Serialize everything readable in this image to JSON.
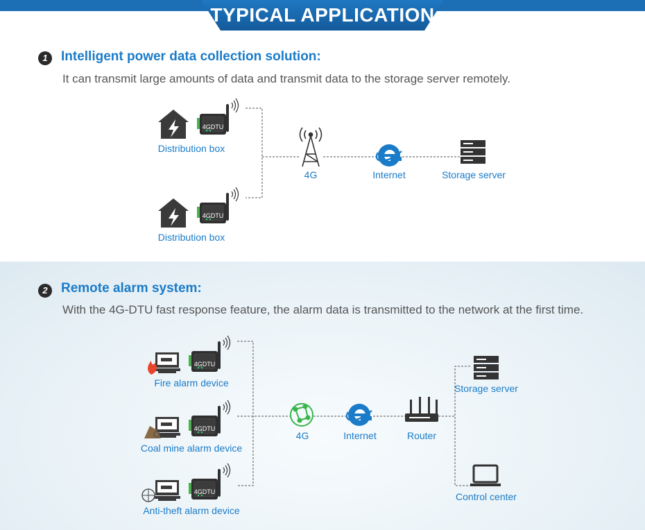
{
  "header": {
    "title": "TYPICAL APPLICATION"
  },
  "section1": {
    "number": "1",
    "title": "Intelligent power data collection solution:",
    "description": "It can transmit large amounts of data and transmit data to the storage server remotely.",
    "dtu_label": "4GDTU",
    "labels": {
      "box_top": "Distribution box",
      "box_bottom": "Distribution box",
      "tower": "4G",
      "internet": "Internet",
      "storage": "Storage server"
    }
  },
  "section2": {
    "number": "2",
    "title": "Remote alarm system:",
    "description": "With the 4G-DTU fast response feature, the alarm data is transmitted to the network at the first time.",
    "dtu_label": "4GDTU",
    "labels": {
      "fire": "Fire alarm device",
      "coal": "Coal mine alarm device",
      "theft": "Anti-theft alarm device",
      "net4g": "4G",
      "internet": "Internet",
      "router": "Router",
      "storage": "Storage server",
      "control": "Control center"
    }
  },
  "colors": {
    "header_blue": "#1c6fb5",
    "label_blue": "#1a7bc8",
    "dark_icon": "#3a3a3a",
    "net_green": "#39b54a"
  }
}
